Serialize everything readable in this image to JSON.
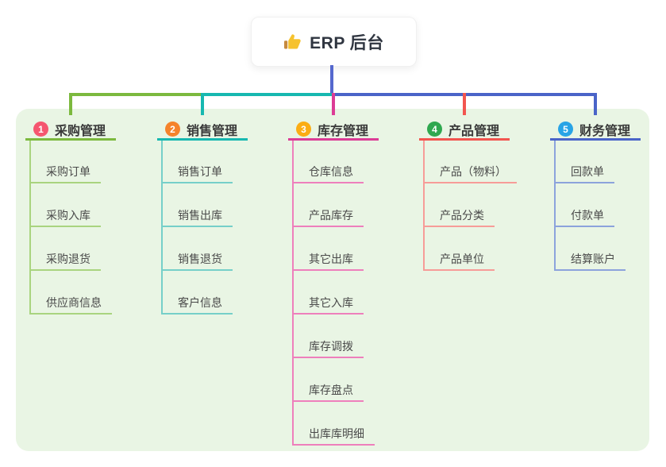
{
  "root": {
    "label": "ERP 后台",
    "icon": "thumbs-up-icon"
  },
  "colors": {
    "panel_bg": "#E9F5E4",
    "root_line": "#5568CE",
    "title_text": "#3A3A3A",
    "child_text": "#4A4A4A"
  },
  "branches": [
    {
      "badge": "1",
      "label": "采购管理",
      "badge_color": "#F5566F",
      "line_color": "#7CB93E",
      "child_line_color": "#A9D47F",
      "children": [
        "采购订单",
        "采购入库",
        "采购退货",
        "供应商信息"
      ]
    },
    {
      "badge": "2",
      "label": "销售管理",
      "badge_color": "#F5832B",
      "line_color": "#17B8B0",
      "child_line_color": "#76CFC9",
      "children": [
        "销售订单",
        "销售出库",
        "销售退货",
        "客户信息"
      ]
    },
    {
      "badge": "3",
      "label": "库存管理",
      "badge_color": "#FBAD14",
      "line_color": "#DC3C96",
      "child_line_color": "#EE7FBC",
      "children": [
        "仓库信息",
        "产品库存",
        "其它出库",
        "其它入库",
        "库存调拨",
        "库存盘点",
        "出库库明细"
      ]
    },
    {
      "badge": "4",
      "label": "产品管理",
      "badge_color": "#2FA84F",
      "line_color": "#F2554F",
      "child_line_color": "#F79C98",
      "children": [
        "产品（物料）",
        "产品分类",
        "产品单位"
      ]
    },
    {
      "badge": "5",
      "label": "财务管理",
      "badge_color": "#29A4E6",
      "line_color": "#4A64C8",
      "child_line_color": "#8CA3DC",
      "children": [
        "回款单",
        "付款单",
        "结算账户"
      ]
    }
  ]
}
